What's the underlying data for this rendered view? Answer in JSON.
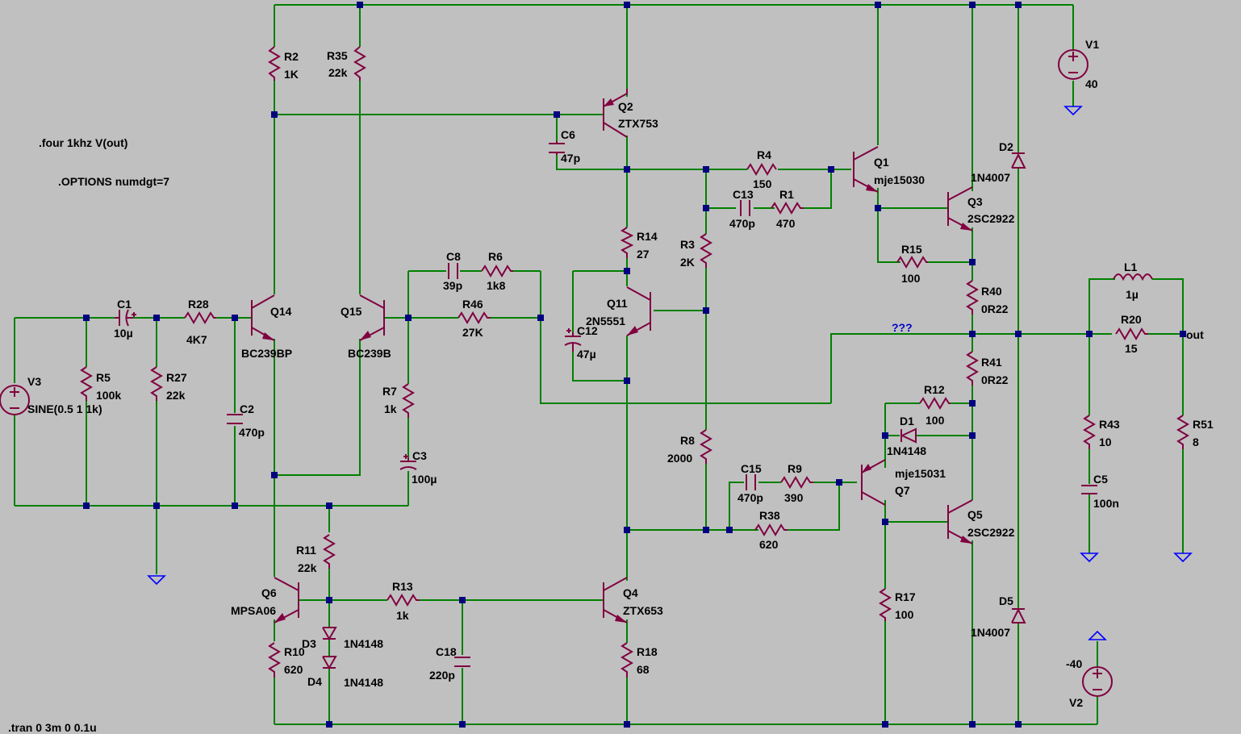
{
  "directives": {
    "four": ".four 1khz V(out)",
    "options": ".OPTIONS numdgt=7",
    "tran": ".tran 0 3m 0 0.1u"
  },
  "net_labels": {
    "unknown": "???",
    "out": "out"
  },
  "colors": {
    "background": "#c0c0c0",
    "wire": "#008000",
    "component": "#800040",
    "junction": "#000080",
    "ground": "#0000ff",
    "label": "#000000"
  },
  "components": {
    "resistors": [
      {
        "id": "R2",
        "ref": "R2",
        "value": "1K"
      },
      {
        "id": "R35",
        "ref": "R35",
        "value": "22k"
      },
      {
        "id": "R4",
        "ref": "R4",
        "value": "150"
      },
      {
        "id": "R1",
        "ref": "R1",
        "value": "470"
      },
      {
        "id": "R14",
        "ref": "R14",
        "value": "27"
      },
      {
        "id": "R3",
        "ref": "R3",
        "value": "2K"
      },
      {
        "id": "R15",
        "ref": "R15",
        "value": "100"
      },
      {
        "id": "R40",
        "ref": "R40",
        "value": "0R22"
      },
      {
        "id": "R41",
        "ref": "R41",
        "value": "0R22"
      },
      {
        "id": "R6",
        "ref": "R6",
        "value": "1k8"
      },
      {
        "id": "R46",
        "ref": "R46",
        "value": "27K"
      },
      {
        "id": "R7",
        "ref": "R7",
        "value": "1k"
      },
      {
        "id": "R28",
        "ref": "R28",
        "value": "4K7"
      },
      {
        "id": "R5",
        "ref": "R5",
        "value": "100k"
      },
      {
        "id": "R27",
        "ref": "R27",
        "value": "22k"
      },
      {
        "id": "R12",
        "ref": "R12",
        "value": "100"
      },
      {
        "id": "R8",
        "ref": "R8",
        "value": "2000"
      },
      {
        "id": "R9",
        "ref": "R9",
        "value": "390"
      },
      {
        "id": "R38",
        "ref": "R38",
        "value": "620"
      },
      {
        "id": "R20",
        "ref": "R20",
        "value": "15"
      },
      {
        "id": "R43",
        "ref": "R43",
        "value": "10"
      },
      {
        "id": "R51",
        "ref": "R51",
        "value": "8"
      },
      {
        "id": "R11",
        "ref": "R11",
        "value": "22k"
      },
      {
        "id": "R13",
        "ref": "R13",
        "value": "1k"
      },
      {
        "id": "R17",
        "ref": "R17",
        "value": "100"
      },
      {
        "id": "R10",
        "ref": "R10",
        "value": "620"
      },
      {
        "id": "R18",
        "ref": "R18",
        "value": "68"
      }
    ],
    "capacitors": [
      {
        "id": "C6",
        "ref": "C6",
        "value": "47p"
      },
      {
        "id": "C13",
        "ref": "C13",
        "value": "470p"
      },
      {
        "id": "C8",
        "ref": "C8",
        "value": "39p"
      },
      {
        "id": "C12",
        "ref": "C12",
        "value": "47µ"
      },
      {
        "id": "C1",
        "ref": "C1",
        "value": "10µ"
      },
      {
        "id": "C2",
        "ref": "C2",
        "value": "470p"
      },
      {
        "id": "C3",
        "ref": "C3",
        "value": "100µ"
      },
      {
        "id": "C15",
        "ref": "C15",
        "value": "470p"
      },
      {
        "id": "C5",
        "ref": "C5",
        "value": "100n"
      },
      {
        "id": "C18",
        "ref": "C18",
        "value": "220p"
      }
    ],
    "transistors": [
      {
        "id": "Q2",
        "ref": "Q2",
        "value": "ZTX753"
      },
      {
        "id": "Q1",
        "ref": "Q1",
        "value": "mje15030"
      },
      {
        "id": "Q3",
        "ref": "Q3",
        "value": "2SC2922"
      },
      {
        "id": "Q11",
        "ref": "Q11",
        "value": "2N5551"
      },
      {
        "id": "Q14",
        "ref": "Q14",
        "value": "BC239BP"
      },
      {
        "id": "Q15",
        "ref": "Q15",
        "value": "BC239B"
      },
      {
        "id": "Q7",
        "ref": "Q7",
        "value": "mje15031"
      },
      {
        "id": "Q5",
        "ref": "Q5",
        "value": "2SC2922"
      },
      {
        "id": "Q6",
        "ref": "Q6",
        "value": "MPSA06"
      },
      {
        "id": "Q4",
        "ref": "Q4",
        "value": "ZTX653"
      }
    ],
    "diodes": [
      {
        "id": "D2",
        "ref": "D2",
        "value": "1N4007"
      },
      {
        "id": "D5",
        "ref": "D5",
        "value": "1N4007"
      },
      {
        "id": "D1",
        "ref": "D1",
        "value": "1N4148"
      },
      {
        "id": "D3",
        "ref": "D3",
        "value": "1N4148"
      },
      {
        "id": "D4",
        "ref": "D4",
        "value": "1N4148"
      }
    ],
    "inductors": [
      {
        "id": "L1",
        "ref": "L1",
        "value": "1µ"
      }
    ],
    "sources": [
      {
        "id": "V1",
        "ref": "V1",
        "value": "40"
      },
      {
        "id": "V2",
        "ref": "V2",
        "value": "-40"
      },
      {
        "id": "V3",
        "ref": "V3",
        "value": "SINE(0.5 1 1k)"
      }
    ]
  }
}
